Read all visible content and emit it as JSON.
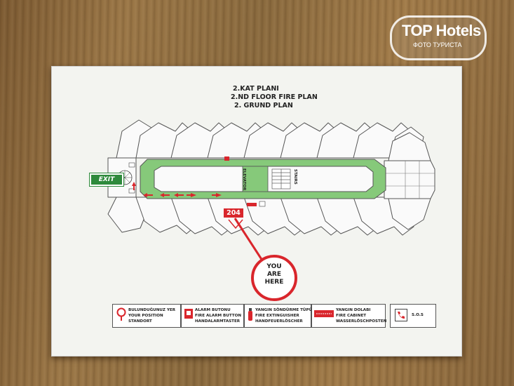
{
  "watermark": {
    "brand": "TOP Hotels",
    "subtitle": "ФОТО ТУРИСТА"
  },
  "sign": {
    "title_lines": [
      "2.KAT PLANI",
      "2.ND FLOOR FIRE PLAN",
      "2. GRUND PLAN"
    ],
    "exit_label": "EXIT",
    "room_number": "204",
    "you_are_here": [
      "YOU",
      "ARE",
      "HERE"
    ],
    "elevator_label": "ELEVATOR",
    "stairs_label": "STAIRS",
    "colors": {
      "corridor": "#86c97a",
      "alert_red": "#d9262c",
      "exit_green": "#2e8a3c"
    },
    "legend": [
      {
        "icon": "position-marker-icon",
        "lines": [
          "BULUNDUĞUNUZ YER",
          "YOUR POSITION",
          "STANDORT"
        ]
      },
      {
        "icon": "fire-alarm-icon",
        "lines": [
          "ALARM BUTONU",
          "FIRE ALARM BUTTON",
          "HANDALARMTASTER"
        ]
      },
      {
        "icon": "fire-extinguisher-icon",
        "lines": [
          "YANGIN SÖNDÜRME TÜPÜ",
          "FIRE EXTINGUISHER",
          "HANDFEUERLÖSCHER"
        ]
      },
      {
        "icon": "fire-cabinet-icon",
        "lines": [
          "YANGIN DOLABI",
          "FIRE CABINET",
          "WASSERLÖSCHPOSTEN"
        ]
      },
      {
        "icon": "phone-icon",
        "lines": [
          "S.O.S"
        ]
      }
    ]
  }
}
